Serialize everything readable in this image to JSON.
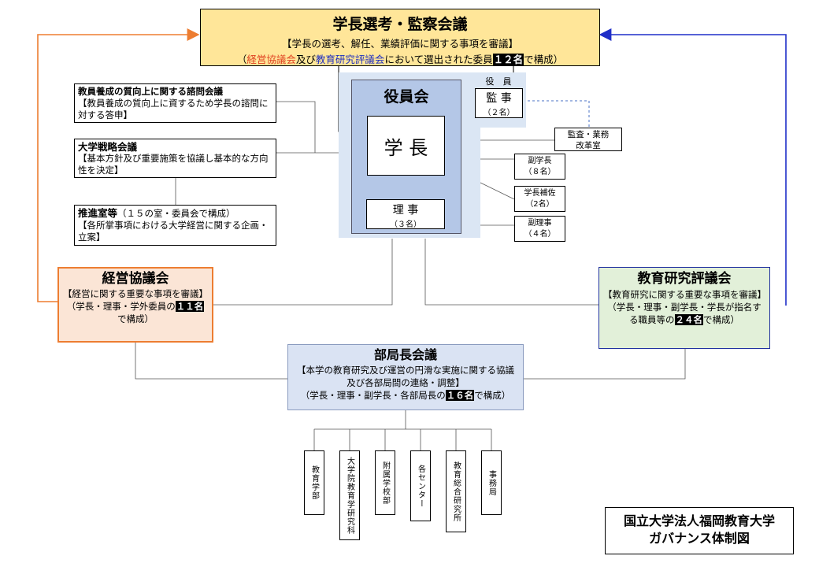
{
  "top": {
    "title": "学長選考・監察会議",
    "line1": "【学長の選考、解任、業績評価に関する事項を審議】",
    "line2_open": "（",
    "line2_keiei": "経営協議会",
    "line2_and": "及び",
    "line2_kyoiku": "教育研究評議会",
    "line2_mid": "において選出された委員",
    "line2_num": "１２名",
    "line2_end": "で構成）"
  },
  "yakuinkai": {
    "title": "役員会"
  },
  "yakuin_label": "役　員",
  "kanji": {
    "title": "監 事",
    "count": "（２名）"
  },
  "gakucho": {
    "title": "学 長"
  },
  "riji": {
    "title": "理 事",
    "count": "（３名）"
  },
  "kansa": {
    "line1": "監査・業務",
    "line2": "改革室"
  },
  "fukugakucho": {
    "line1": "副学長",
    "line2": "（８名）"
  },
  "hosa": {
    "line1": "学長補佐",
    "line2": "（2名）"
  },
  "fukuriji": {
    "line1": "副理事",
    "line2": "（４名）"
  },
  "kyoin": {
    "title": "教員養成の質向上に関する諮問会議",
    "desc": "【教員養成の質向上に資するため学長の諮問に対する答申】"
  },
  "senryaku": {
    "title": "大学戦略会議",
    "desc": "【基本方針及び重要施策を協議し基本的な方向性を決定】"
  },
  "suishin": {
    "title": "推進室等",
    "sub": "（１５の室・委員会で構成）",
    "desc": "【各所掌事項における大学経営に関する企画・立案】"
  },
  "keiei": {
    "title": "経営協議会",
    "desc": "【経営に関する重要な事項を審議】",
    "sub_open": "（学長・理事・学外委員の",
    "num": "１１名",
    "sub_end": "で構成）"
  },
  "hyogi": {
    "title": "教育研究評議会",
    "desc": "【教育研究に関する重要な事項を審議】",
    "sub_open": "（学長・理事・副学長・学長が指名する職員等の",
    "num": "２４名",
    "sub_end": "で構成）"
  },
  "bukyoku": {
    "title": "部局長会議",
    "desc": "【本学の教育研究及び運営の円滑な実施に関する協議及び各部局間の連絡・調整】",
    "sub_open": "（学長・理事・副学長・各部局長の",
    "num": "１６名",
    "sub_end": "で構成）"
  },
  "units": [
    "教育学部",
    "大学院教育学研究科",
    "附属学校部",
    "各センター",
    "教育総合研究所",
    "事務局"
  ],
  "footer": {
    "line1": "国立大学法人福岡教育大学",
    "line2": "ガバナンス体制図"
  },
  "colors": {
    "top_fill": "#ffe699",
    "yakuin_outer": "#dbe6f4",
    "yakuin_inner": "#b4c7e7",
    "keiei_fill": "#fbe5d6",
    "keiei_border": "#ed7d31",
    "hyogi_fill": "#e2f0d9",
    "hyogi_border": "#2030a0",
    "bukyoku_fill": "#dae3f3",
    "arrow_orange": "#ed7d31",
    "arrow_blue": "#1f2ec8"
  }
}
